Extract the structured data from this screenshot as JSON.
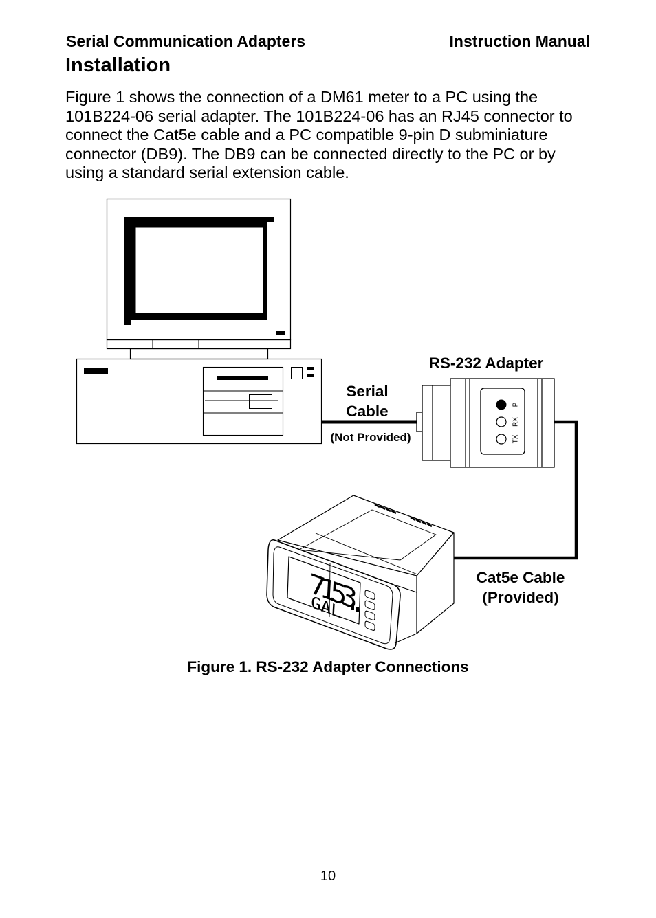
{
  "header": {
    "left": "Serial Communication Adapters",
    "right": "Instruction Manual"
  },
  "section_title": "Installation",
  "paragraph_lines": [
    "Figure 1 shows the connection of a DM61 meter to a PC using the",
    "101B224-06 serial adapter. The 101B224-06 has an RJ45 connector to",
    "connect the Cat5e cable and a PC compatible 9-pin D subminiature",
    "connector (DB9). The DB9 can be connected directly to the PC or by",
    "using a standard serial extension cable."
  ],
  "figure": {
    "adapter_label": "RS-232 Adapter",
    "serial_cable_label_1": "Serial",
    "serial_cable_label_2": "Cable",
    "serial_cable_note": "(Not Provided)",
    "cat5e_label_1": "Cat5e Cable",
    "cat5e_label_2": "(Provided)",
    "led_labels": [
      "P",
      "RX",
      "TX"
    ],
    "meter_display_top": "7153",
    "meter_display_bottom": "GAL",
    "caption": "Figure 1. RS-232 Adapter Connections"
  },
  "page_number": "10"
}
